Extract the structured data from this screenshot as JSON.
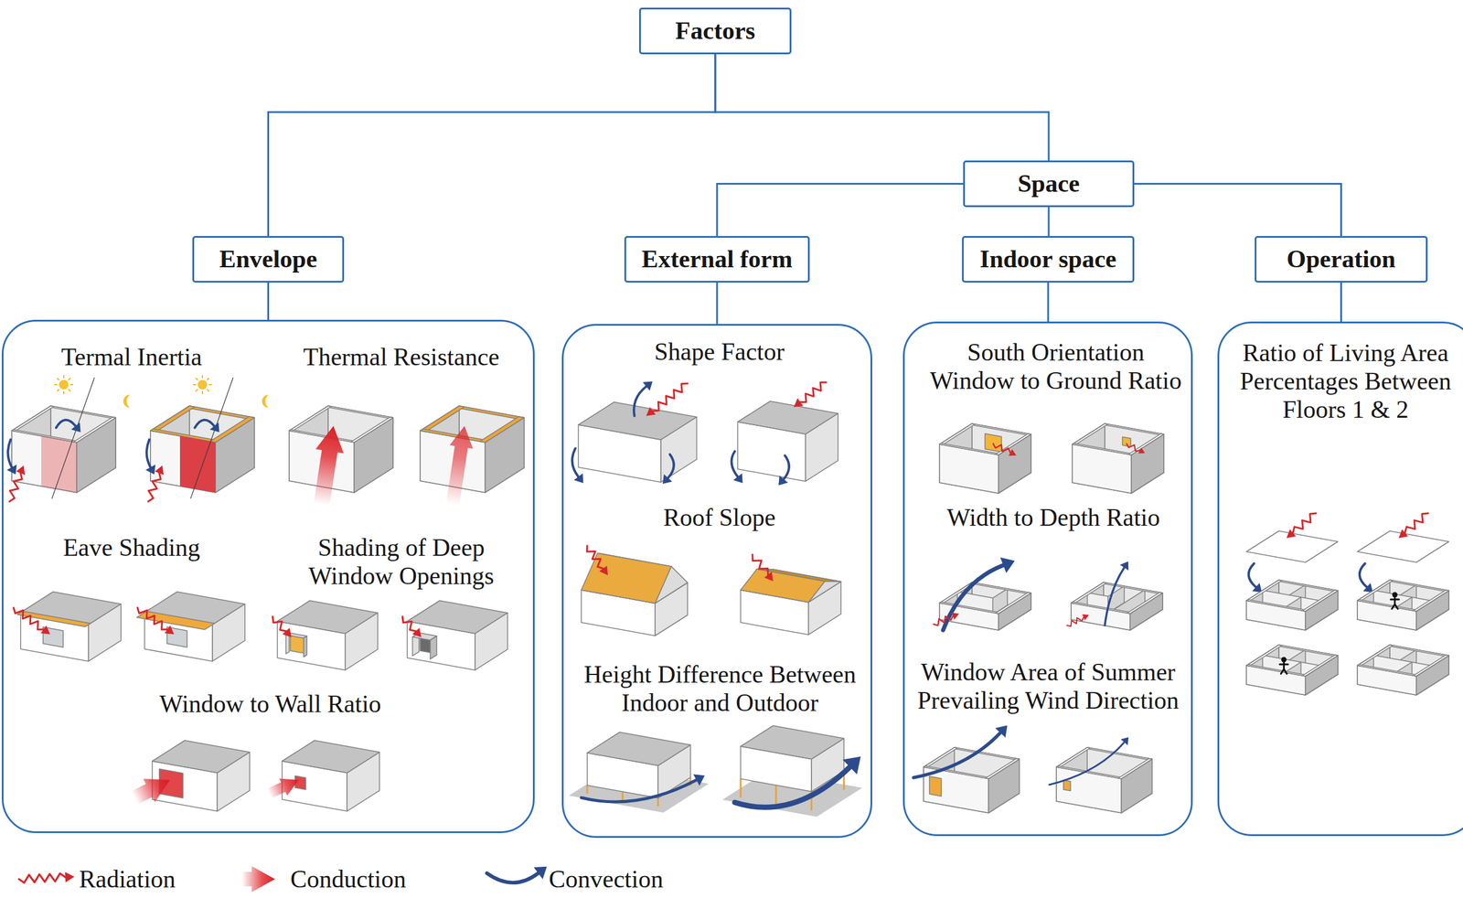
{
  "diagram": {
    "nodes": [
      {
        "text": [
          "Factors"
        ]
      },
      {
        "text": [
          "Space"
        ]
      },
      {
        "text": [
          "Envelope"
        ]
      },
      {
        "text": [
          "External form"
        ]
      },
      {
        "text": [
          "Indoor space"
        ]
      },
      {
        "text": [
          "Operation"
        ]
      },
      {
        "text": [
          "Termal Inertia",
          "Thermal Resistance",
          "Eave Shading",
          "Shading of Deep Window Openings",
          "Window to Wall Ratio"
        ]
      },
      {
        "text": [
          "Shape Factor",
          "Roof Slope",
          "Height Difference Between Indoor and Outdoor"
        ]
      },
      {
        "text": [
          "South Orientation Window to Ground Ratio",
          "Width to Depth Ratio",
          "Window Area of Summer Prevailing Wind Direction"
        ]
      },
      {
        "text": [
          "Ratio of Living Area Percentages Between Floors 1 & 2"
        ]
      }
    ],
    "edges": [
      {
        "from": 0,
        "to": 2,
        "arrow": "none"
      },
      {
        "from": 0,
        "to": 1,
        "arrow": "none"
      },
      {
        "from": 1,
        "to": 3,
        "arrow": "none"
      },
      {
        "from": 1,
        "to": 4,
        "arrow": "none"
      },
      {
        "from": 1,
        "to": 5,
        "arrow": "none"
      },
      {
        "from": 2,
        "to": 6,
        "arrow": "none"
      },
      {
        "from": 3,
        "to": 7,
        "arrow": "none"
      },
      {
        "from": 4,
        "to": 8,
        "arrow": "none"
      },
      {
        "from": 5,
        "to": 9,
        "arrow": "none"
      }
    ],
    "legend": [
      {
        "text": "Radiation"
      },
      {
        "text": "Conduction"
      },
      {
        "text": "Convection"
      }
    ]
  }
}
